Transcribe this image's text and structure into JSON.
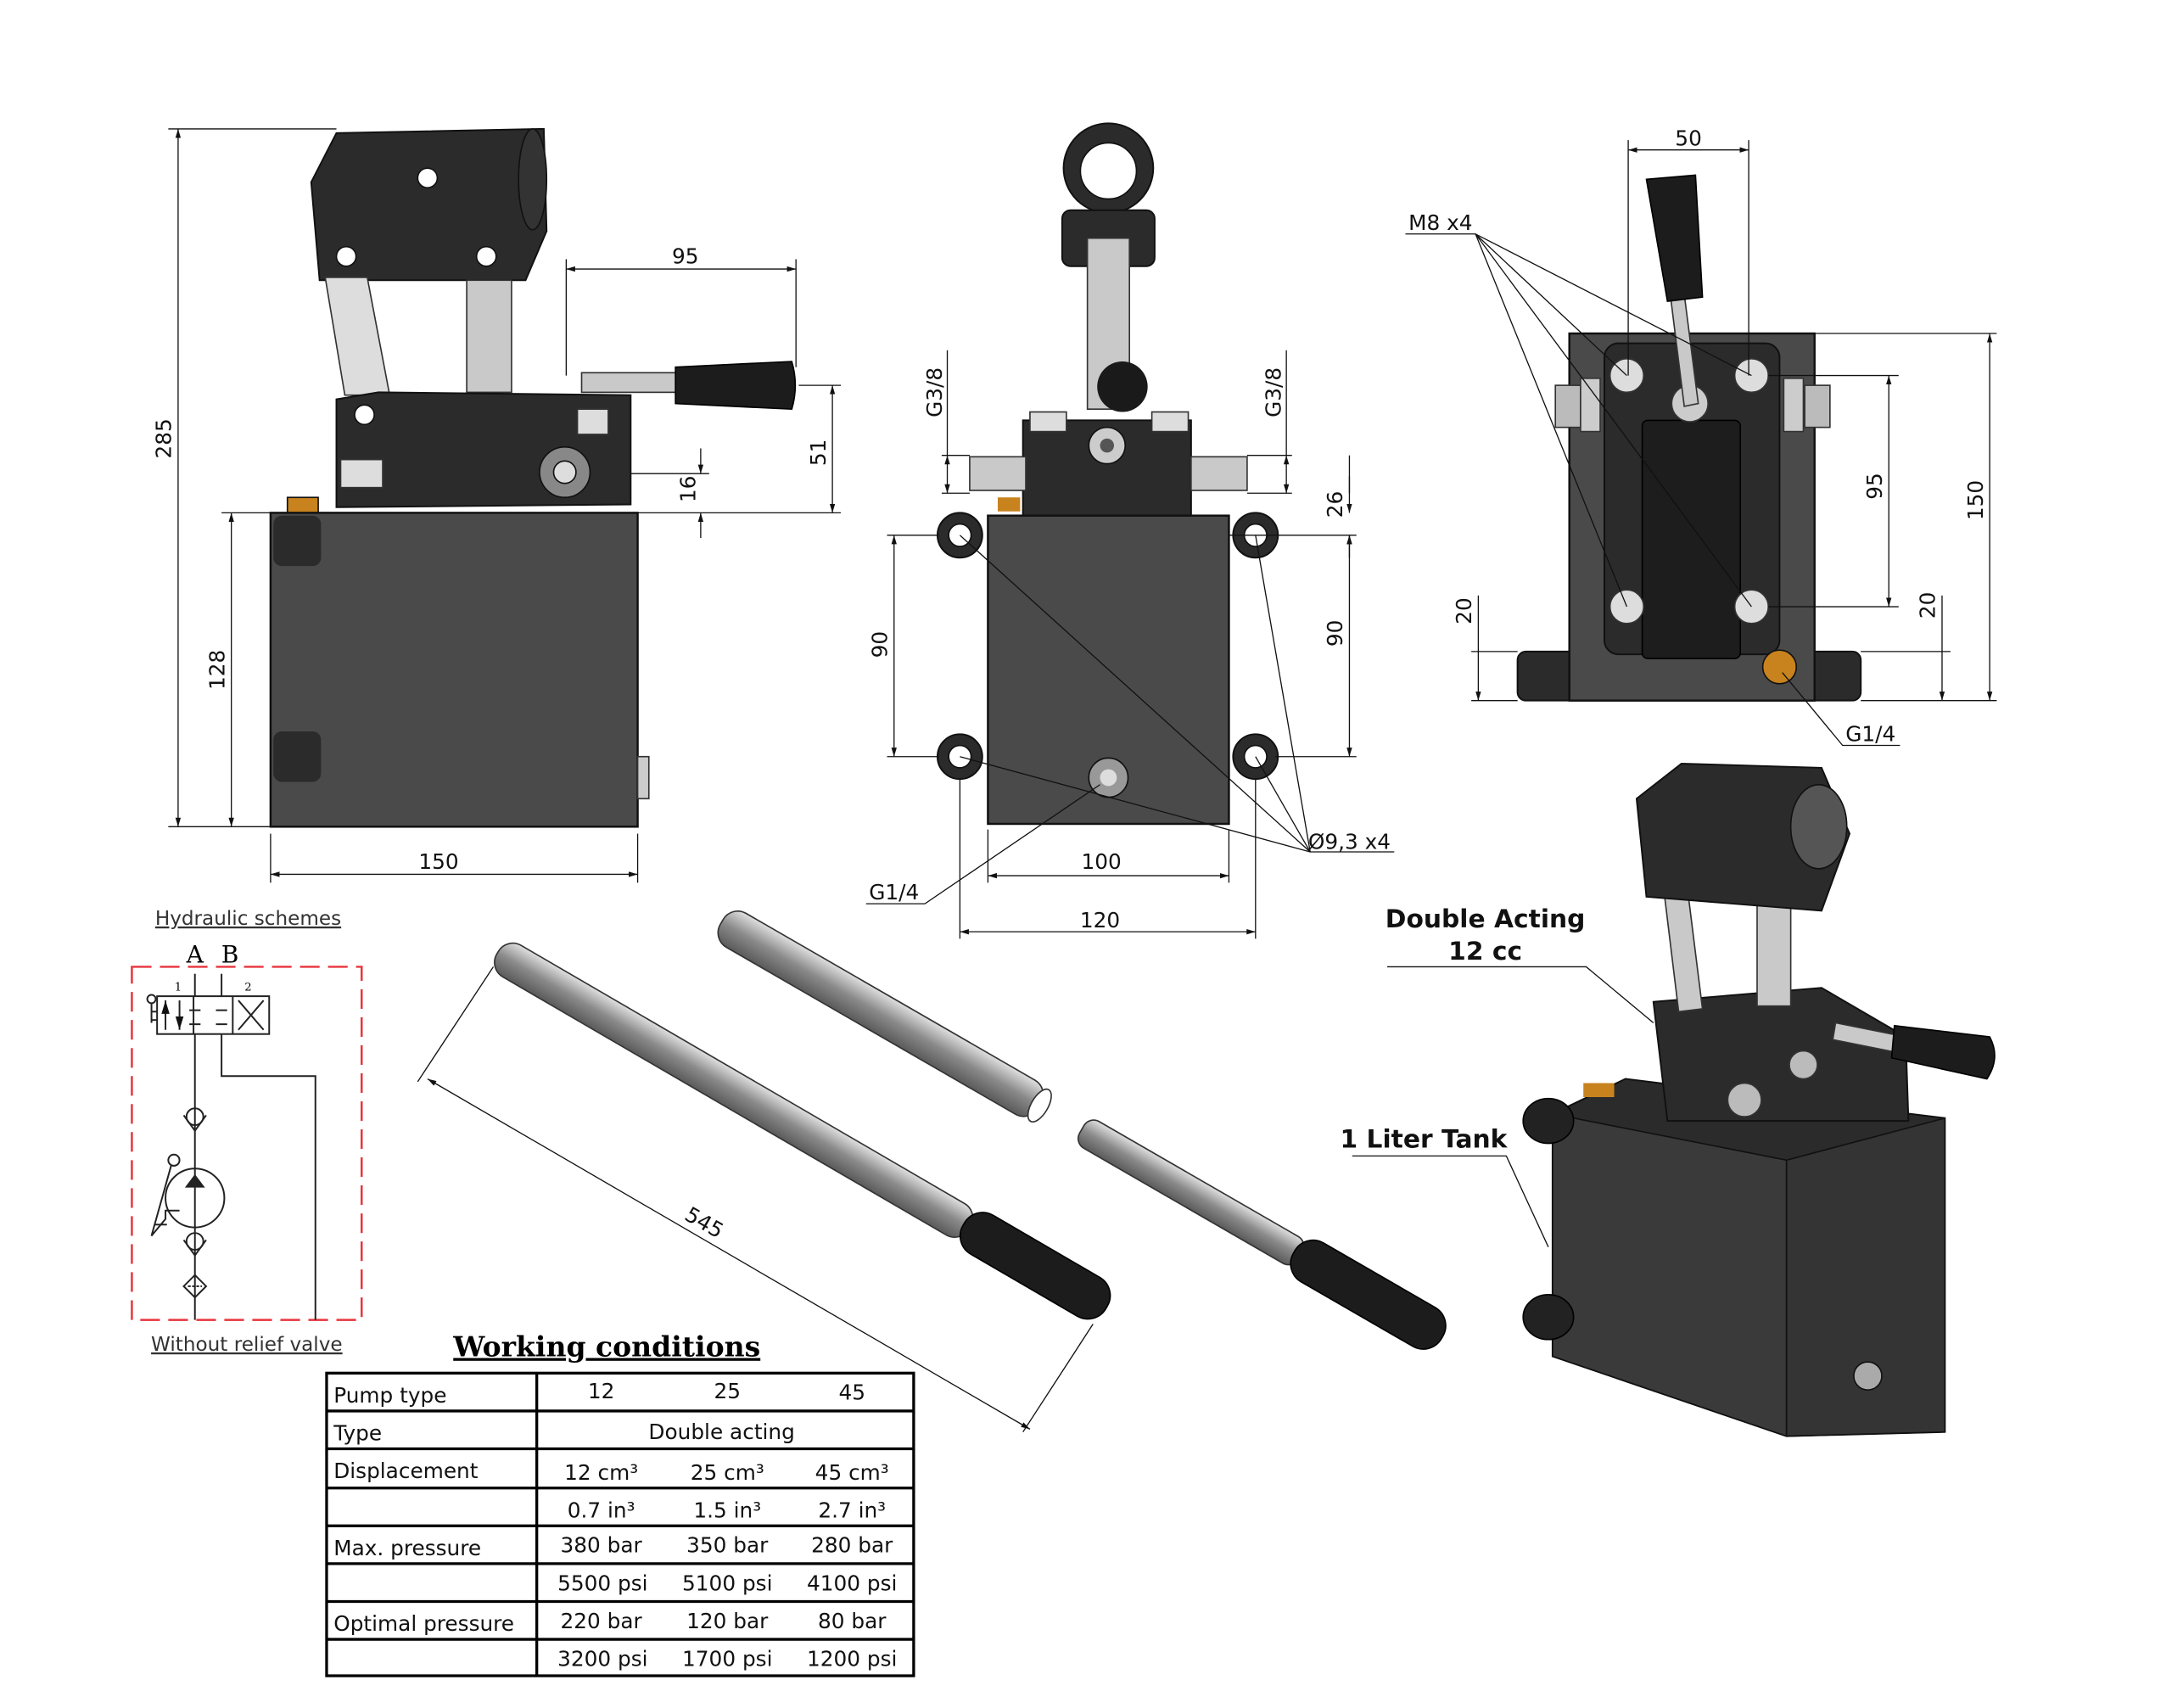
{
  "colors": {
    "tank": "#4a4a4a",
    "scheme_border": "#e8343c",
    "brass": "#c8831e"
  },
  "side_view": {
    "height_total": "285",
    "tank_height": "128",
    "tank_width": "150",
    "lever_offset": "95",
    "lever_height": "51",
    "port_height": "16"
  },
  "front_view": {
    "port_left": "G3/8",
    "port_right": "G3/8",
    "dim_26": "26",
    "dim_90_left": "90",
    "dim_90_right": "90",
    "width_100": "100",
    "width_120": "120",
    "drain": "G1/4",
    "holes": "Ø9,3 x4"
  },
  "top_view": {
    "bolts": "M8 x4",
    "width_50": "50",
    "dim_95": "95",
    "dim_150": "150",
    "dim_20_left": "20",
    "dim_20_right": "20",
    "drain": "G1/4"
  },
  "handle": {
    "length": "545"
  },
  "iso_view": {
    "label_line1": "Double Acting",
    "label_line2": "12 cc",
    "tank_label": "1 Liter Tank"
  },
  "scheme": {
    "title": "Hydraulic schemes",
    "port_a": "A",
    "port_b": "B",
    "pos1": "1",
    "pos2": "2",
    "caption": "Without relief valve"
  },
  "table": {
    "title": "Working conditions",
    "rows": [
      {
        "label": "Pump type",
        "cells": [
          "12",
          "25",
          "45"
        ]
      },
      {
        "label": "Type",
        "span": "Double acting"
      },
      {
        "label": "Displacement",
        "cells": [
          "12 cm³",
          "25 cm³",
          "45 cm³"
        ]
      },
      {
        "label": "",
        "cells": [
          "0.7 in³",
          "1.5 in³",
          "2.7 in³"
        ]
      },
      {
        "label": "Max. pressure",
        "cells": [
          "380 bar",
          "350 bar",
          "280 bar"
        ]
      },
      {
        "label": "",
        "cells": [
          "5500 psi",
          "5100 psi",
          "4100 psi"
        ]
      },
      {
        "label": "Optimal pressure",
        "cells": [
          "220 bar",
          "120 bar",
          "80 bar"
        ]
      },
      {
        "label": "",
        "cells": [
          "3200 psi",
          "1700 psi",
          "1200 psi"
        ]
      }
    ]
  }
}
